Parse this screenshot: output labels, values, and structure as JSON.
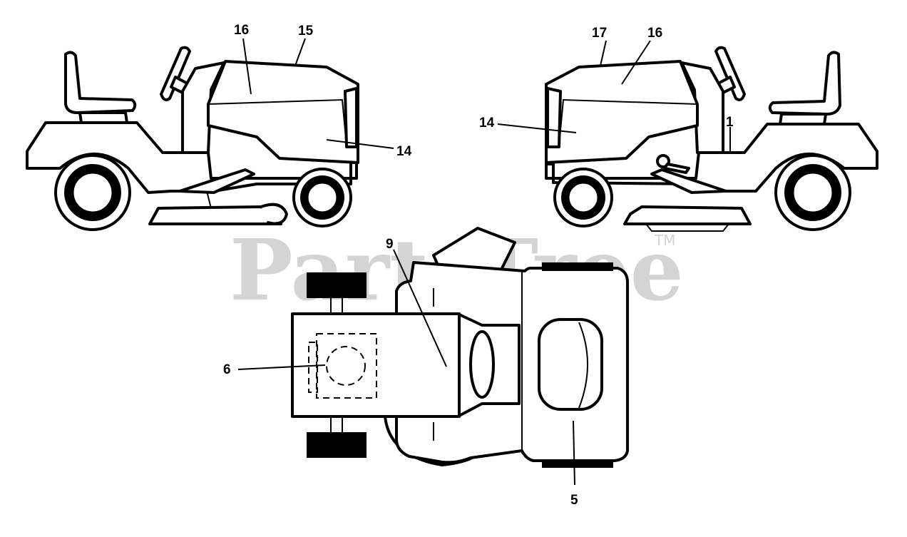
{
  "watermark": {
    "text": "PartsTree",
    "trademark": "TM"
  },
  "callouts": [
    {
      "id": "left-16",
      "label": "16"
    },
    {
      "id": "left-15",
      "label": "15"
    },
    {
      "id": "left-14",
      "label": "14"
    },
    {
      "id": "right-17",
      "label": "17"
    },
    {
      "id": "right-16",
      "label": "16"
    },
    {
      "id": "right-14",
      "label": "14"
    },
    {
      "id": "right-1",
      "label": "1"
    },
    {
      "id": "top-9",
      "label": "9"
    },
    {
      "id": "top-6",
      "label": "6"
    },
    {
      "id": "top-5",
      "label": "5"
    }
  ]
}
